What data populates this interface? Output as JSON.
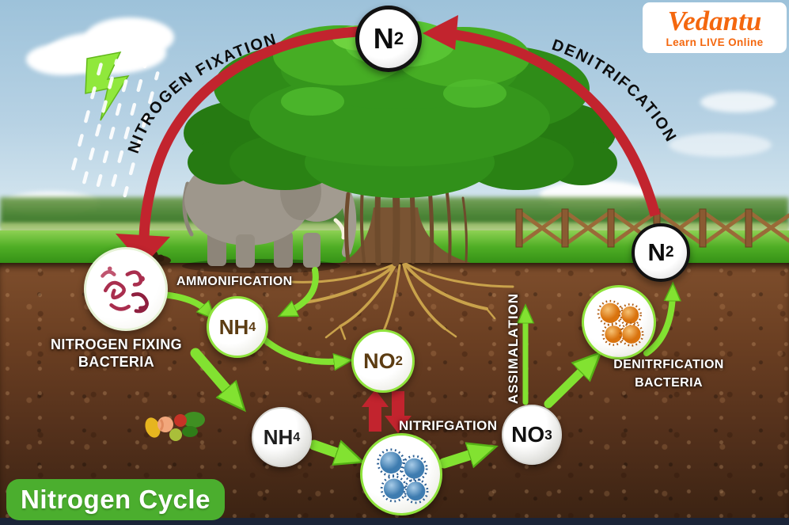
{
  "logo": {
    "brand": "Vedantu",
    "tagline": "Learn LIVE Online",
    "brand_color": "#f4670e"
  },
  "title_badge": {
    "text": "Nitrogen Cycle",
    "bg_color": "#4bae2e"
  },
  "arcs": {
    "nitrogen_fixation": "NITROGEN FIXATION",
    "denitrification": "DENITRIFCATION"
  },
  "nodes": {
    "n2_top": {
      "main": "N",
      "sub": "2"
    },
    "n2_right": {
      "main": "N",
      "sub": "2"
    },
    "nh4_upper": {
      "main": "NH",
      "sub": "4"
    },
    "nh4_lower": {
      "main": "NH",
      "sub": "4"
    },
    "no2": {
      "main": "NO",
      "sub": "2"
    },
    "no3": {
      "main": "NO",
      "sub": "3"
    }
  },
  "labels": {
    "ammonification": "AMMONIFICATION",
    "nitrogen_fixing_bacteria_line1": "NITROGEN FIXING",
    "nitrogen_fixing_bacteria_line2": "BACTERIA",
    "nitrification": "NITRIFGATION",
    "assimilation": "ASSIMALATION",
    "denitrification_bacteria_line1": "DENITRFICATION",
    "denitrification_bacteria_line2": "BACTERIA"
  },
  "colors": {
    "red_arrow": "#c2242e",
    "green_arrow": "#82e231",
    "node_green_border": "#8fe33c",
    "bottom_bar": "#1b2438"
  }
}
